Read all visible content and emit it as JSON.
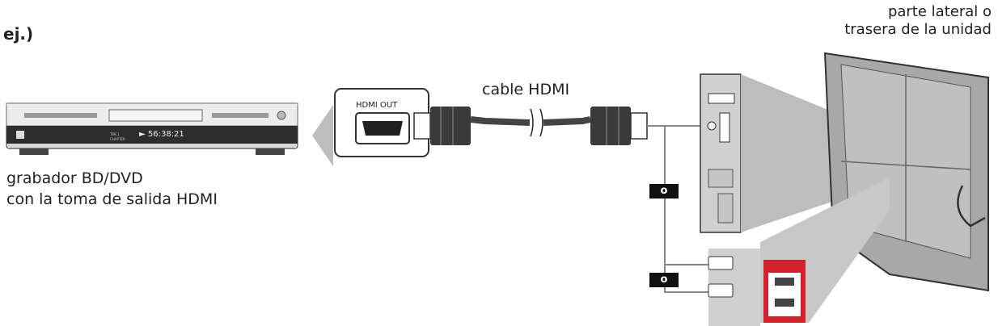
{
  "labels": {
    "example": "ej.)",
    "device_line1": "grabador BD/DVD",
    "device_line2": "con la toma de salida HDMI",
    "cable": "cable HDMI",
    "port": "HDMI OUT",
    "side_line1": "parte lateral o",
    "side_line2": "trasera de la unidad",
    "or_1": "o",
    "or_2": "o"
  },
  "player_display": "► 56:38:21"
}
